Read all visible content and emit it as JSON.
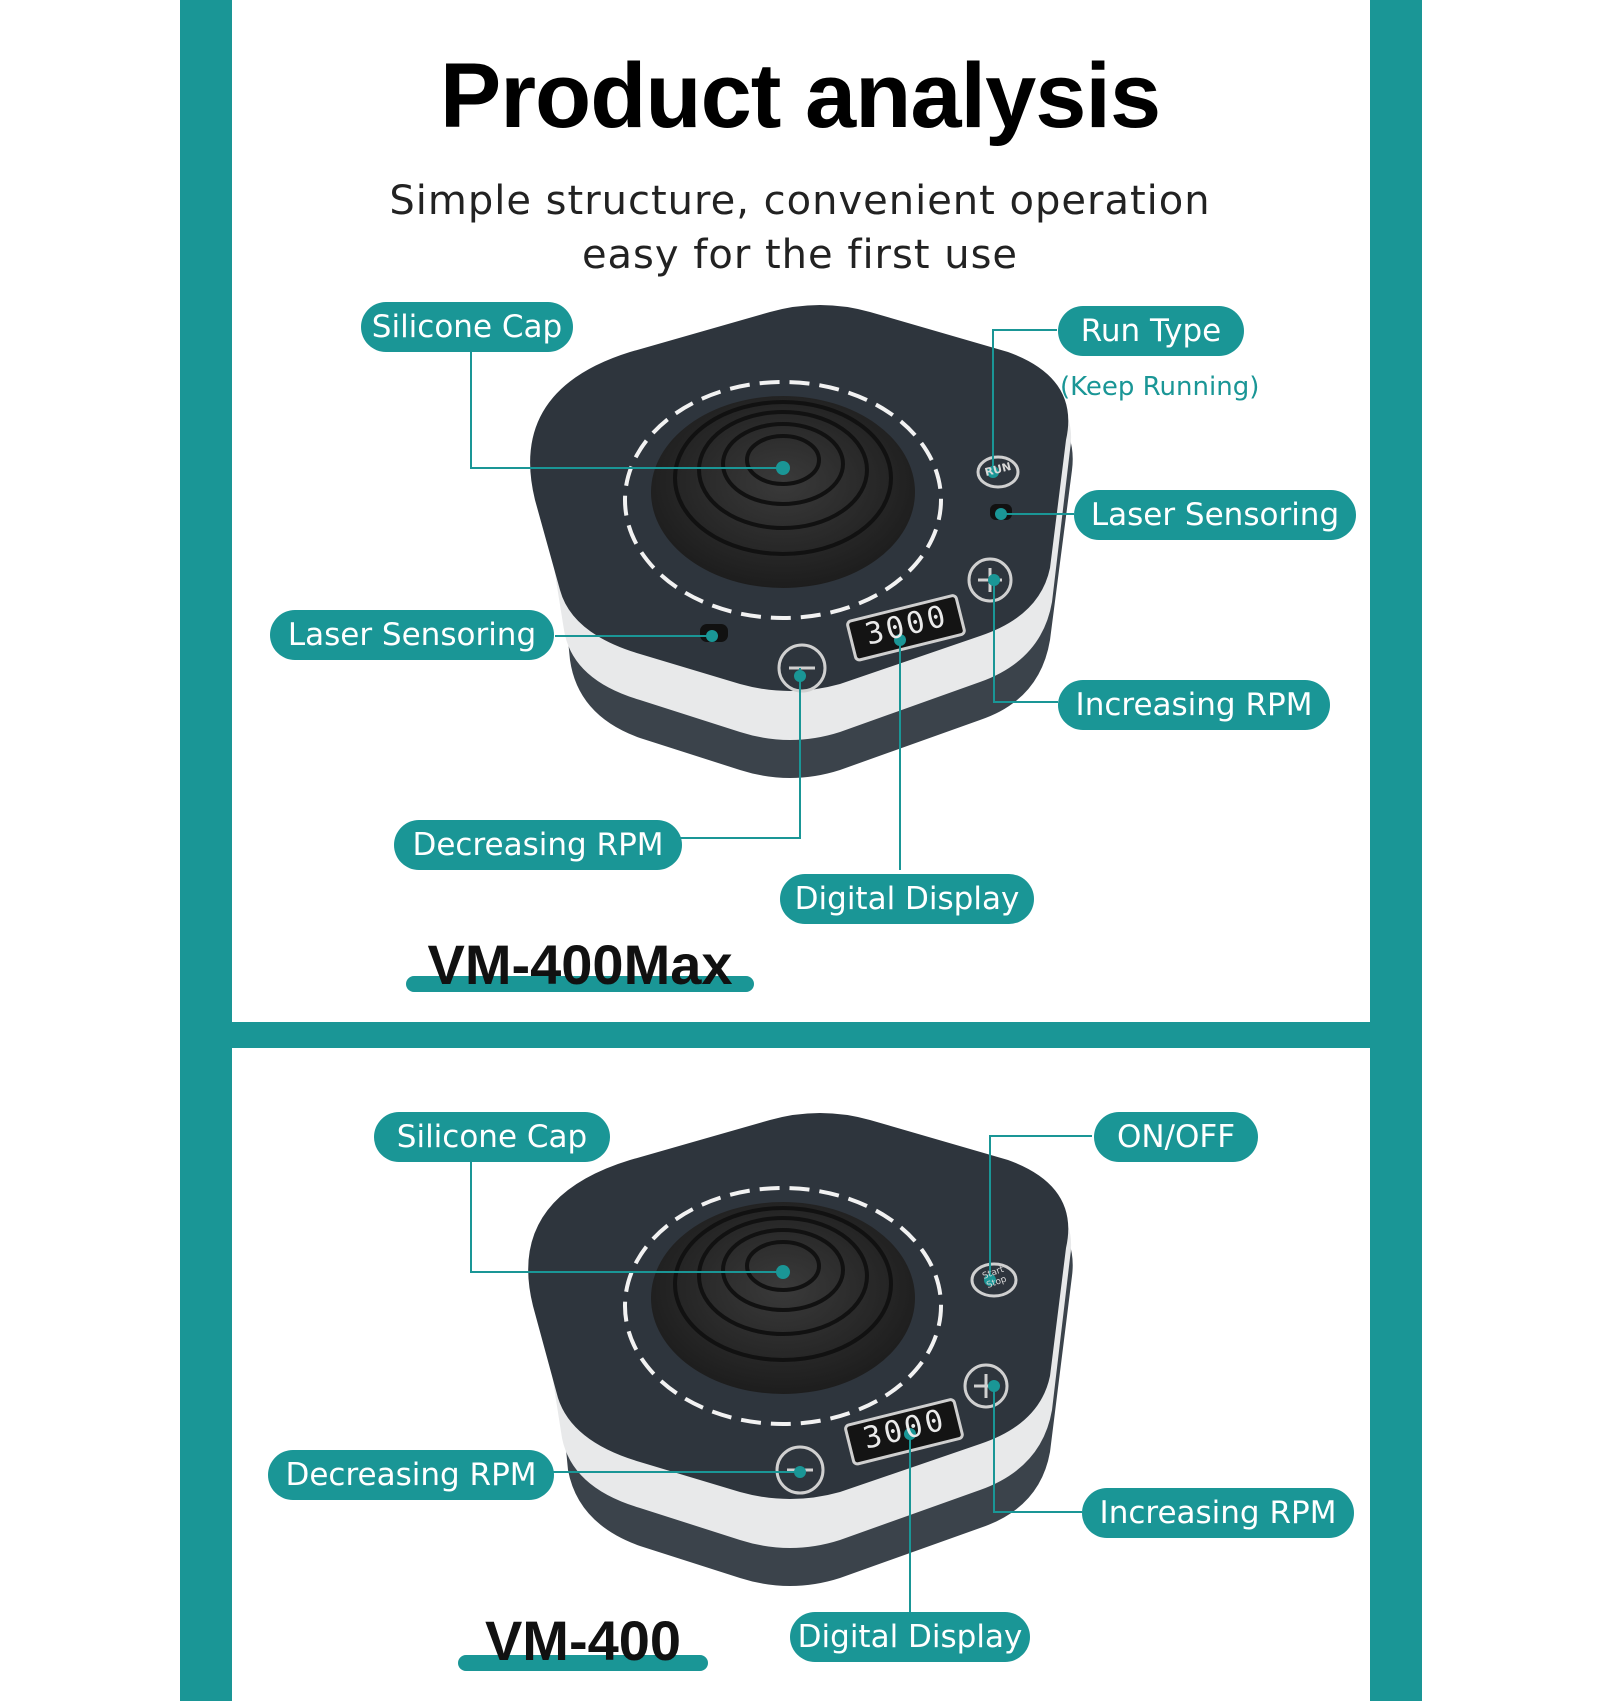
{
  "colors": {
    "teal": "#1a9696",
    "device_top": "#2e353d",
    "device_body": "#ececec",
    "device_base": "#3b434b",
    "silicone": "#2a2a2a"
  },
  "header": {
    "title": "Product analysis",
    "subtitle_line1": "Simple structure, convenient operation",
    "subtitle_line2": "easy for the first use"
  },
  "max_panel": {
    "model": "VM-400Max",
    "display_value": "3000",
    "run_button_text": "RUN",
    "labels": {
      "silicone_cap": "Silicone Cap",
      "run_type": "Run Type",
      "run_type_note": "(Keep Running)",
      "laser_sensoring_right": "Laser Sensoring",
      "laser_sensoring_left": "Laser Sensoring",
      "increasing_rpm": "Increasing RPM",
      "decreasing_rpm": "Decreasing RPM",
      "digital_display": "Digital Display"
    }
  },
  "std_panel": {
    "model": "VM-400",
    "display_value": "3000",
    "start_button_text": "Start Stop",
    "labels": {
      "silicone_cap": "Silicone Cap",
      "on_off": "ON/OFF",
      "decreasing_rpm": "Decreasing RPM",
      "increasing_rpm": "Increasing RPM",
      "digital_display": "Digital Display"
    }
  }
}
